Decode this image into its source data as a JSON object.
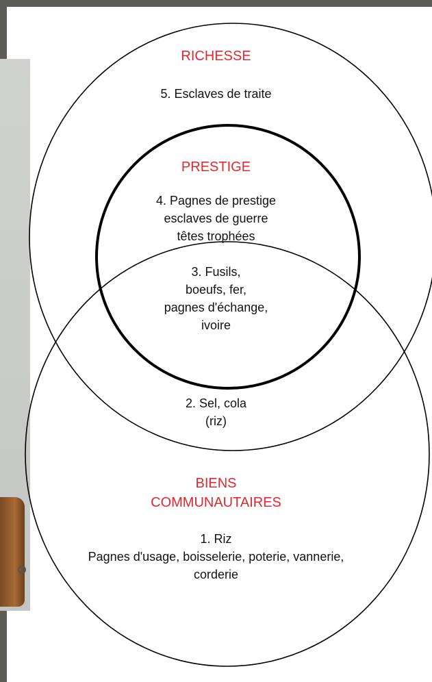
{
  "colors": {
    "heading": "#e1282f",
    "circle_stroke": "#000000",
    "background_frame": "#5d5c57",
    "panel": "#ffffff"
  },
  "diagram": {
    "richesse": {
      "title": "RICHESSE",
      "item": "5. Esclaves de traite"
    },
    "prestige": {
      "title": "PRESTIGE",
      "item_lines": [
        "4. Pagnes de prestige",
        "esclaves de guerre",
        "têtes trophées"
      ]
    },
    "overlap_prestige_communal": {
      "item_lines": [
        "3. Fusils,",
        "boeufs, fer,",
        "pagnes d'échange,",
        "ivoire"
      ]
    },
    "overlap_richesse_communal": {
      "item_lines": [
        "2. Sel, cola",
        "(riz)"
      ]
    },
    "biens_communautaires": {
      "title_lines": [
        "BIENS",
        "COMMUNAUTAIRES"
      ],
      "item_lines": [
        "1. Riz",
        "Pagnes d'usage, boisselerie, poterie, vannerie,",
        "corderie"
      ]
    }
  }
}
